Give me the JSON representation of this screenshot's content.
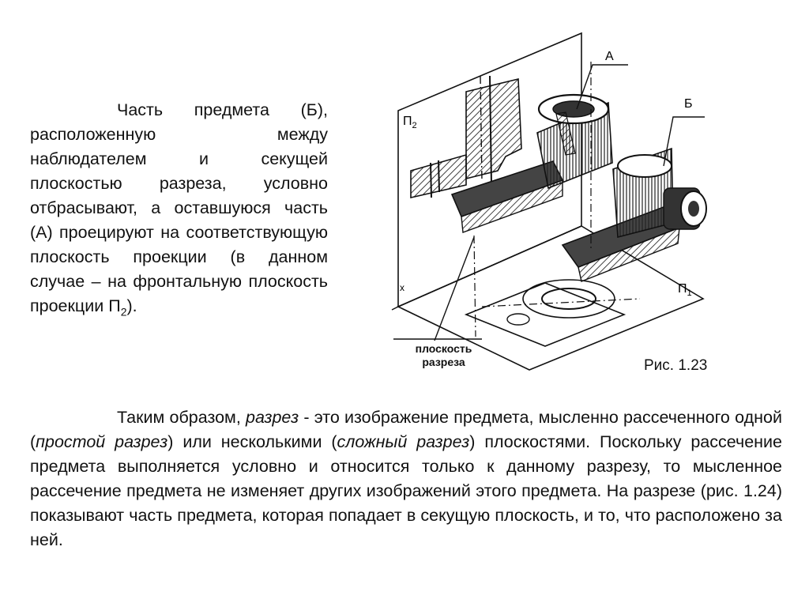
{
  "left_paragraph": {
    "text": "Часть предмета (Б), расположенную между наблюдателем и секущей плоскостью разреза, условно отбрасывают, а оставшуюся часть (А) проецируют на соответствующую плоскость проекции (в данном случае – на фронтальную плоскость проекции П",
    "sub": "2",
    "tail": ")."
  },
  "figure": {
    "label_a": "А",
    "label_b": "Б",
    "label_p2": "П",
    "label_p2_sub": "2",
    "label_p1": "П",
    "label_p1_sub": "1",
    "label_x": "x",
    "cut_label_line1": "плоскость",
    "cut_label_line2": "разреза",
    "caption": "Рис. 1.23"
  },
  "bottom_paragraph": {
    "part1": "Таким образом, ",
    "em1": "разрез",
    "part2": " - это изображение предмета, мысленно рассеченного одной (",
    "em2": "простой разрез",
    "part3": ") или несколькими (",
    "em3": "сложный разрез",
    "part4": ") плоскостями. Поскольку рассечение предмета выполняется условно и относится только к данному разрезу, то мысленное рассечение предмета не изменяет других изображений этого предмета. На разрезе (рис. 1.24) показывают часть предмета, которая попадает в секущую плоскость, и то, что расположено за ней."
  }
}
